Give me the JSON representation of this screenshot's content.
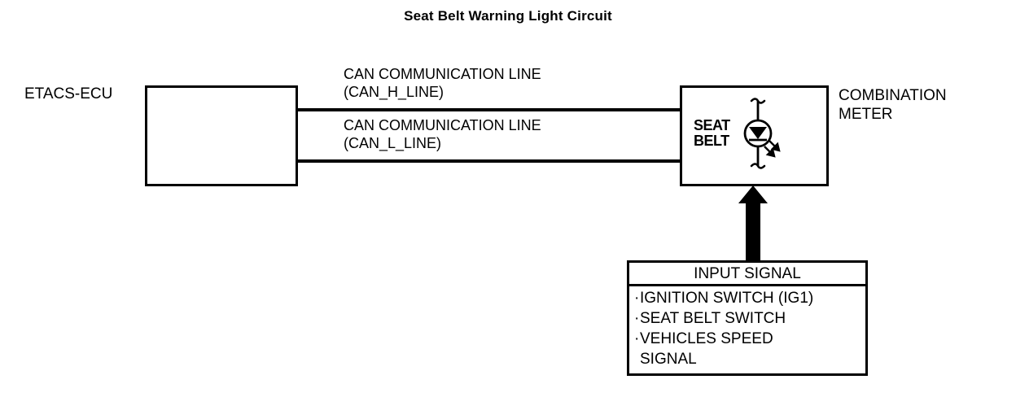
{
  "title": "Seat Belt Warning Light Circuit",
  "colors": {
    "line": "#000000",
    "background": "#ffffff"
  },
  "ecu": {
    "label": "ETACS-ECU"
  },
  "bus": {
    "can_h": {
      "line1": "CAN COMMUNICATION LINE",
      "line2": "(CAN_H_LINE)"
    },
    "can_l": {
      "line1": "CAN COMMUNICATION LINE",
      "line2": "(CAN_L_LINE)"
    }
  },
  "meter": {
    "label_line1": "COMBINATION",
    "label_line2": "METER",
    "lamp": {
      "text_line1": "SEAT",
      "text_line2": "BELT",
      "icon": "warning-lamp-icon"
    }
  },
  "input_signal": {
    "header": "INPUT SIGNAL",
    "bullet": "·",
    "items": [
      "IGNITION SWITCH (IG1)",
      "SEAT BELT SWITCH",
      "VEHICLES SPEED"
    ],
    "continuation": "SIGNAL"
  }
}
